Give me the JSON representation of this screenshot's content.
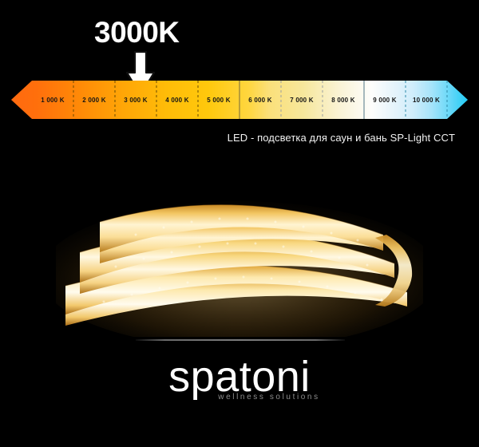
{
  "headline": {
    "value": "3000K",
    "pointer_icon": "down-arrow-icon"
  },
  "cct_scale": {
    "name": "color-temperature-scale",
    "left_arrow_icon": "left-arrow-cap-icon",
    "right_arrow_icon": "right-arrow-cap-icon",
    "segments": [
      {
        "label": "1 000 K",
        "color": "#FF7A0A",
        "divider_after": "dotted"
      },
      {
        "label": "2 000 K",
        "color": "#FFA607",
        "divider_after": "dotted"
      },
      {
        "label": "3 000 K",
        "color": "#FFC50A",
        "divider_after": "dotted"
      },
      {
        "label": "4 000 K",
        "color": "#FFD94A",
        "divider_after": "solid"
      },
      {
        "label": "5 000 K",
        "color": "#F7E79B",
        "divider_after": "dotted"
      },
      {
        "label": "6 000 K",
        "color": "#FDFDFB",
        "divider_after": "dotted"
      },
      {
        "label": "7 000 K",
        "color": "#DCF0FA",
        "divider_after": "solid"
      },
      {
        "label": "8 000 K",
        "color": "#BCE8FA",
        "divider_after": "dotted"
      },
      {
        "label": "9 000 K",
        "color": "#7FDCF8",
        "divider_after": "dotted"
      },
      {
        "label": "10 000 K",
        "color": "#2FD2F7",
        "divider_after": "dotted"
      }
    ],
    "arrow_left_color": "#FF6A10",
    "arrow_right_color": "#22CCF5"
  },
  "caption": {
    "text": "LED - подсветка для саун и бань SP-Light CCT"
  },
  "product": {
    "name": "coiled-led-strip-photo",
    "glow_core": "#FFF6D8",
    "glow_mid": "#FBD98A",
    "glow_edge": "#D9952E"
  },
  "logo": {
    "word": "spatoni",
    "tagline": "wellness solutions"
  }
}
